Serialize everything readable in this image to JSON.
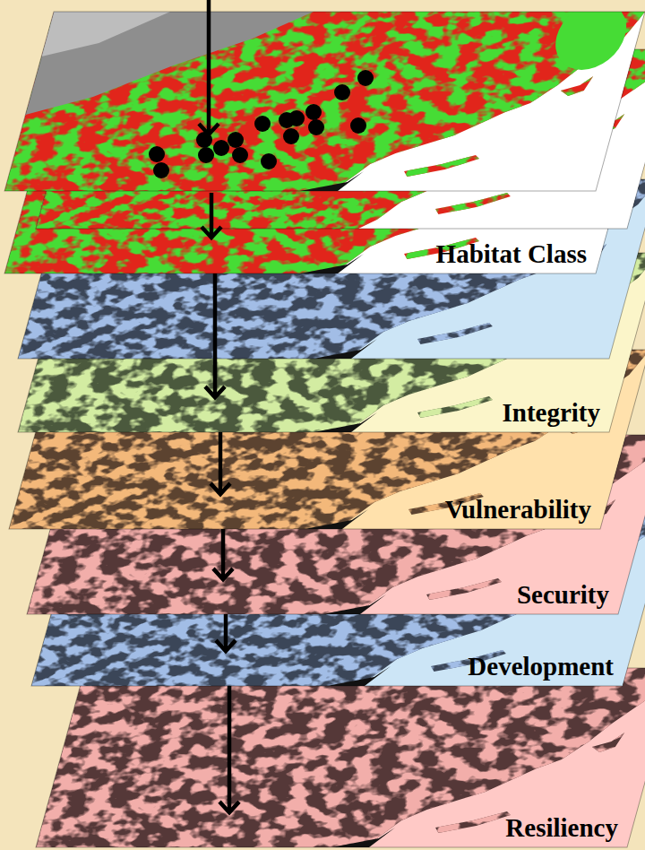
{
  "diagram": {
    "nodes": [
      {
        "text": [
          "Habitat Class"
        ]
      },
      {
        "text": [
          "Integrity"
        ]
      },
      {
        "text": [
          "Vulnerability"
        ]
      },
      {
        "text": [
          "Security"
        ]
      },
      {
        "text": [
          "Development"
        ]
      },
      {
        "text": [
          "Resiliency"
        ]
      }
    ],
    "edges": [
      {
        "from": 0,
        "to": 1,
        "arrow": "to"
      },
      {
        "from": 1,
        "to": 2,
        "arrow": "to"
      },
      {
        "from": 2,
        "to": 3,
        "arrow": "to"
      },
      {
        "from": 3,
        "to": 4,
        "arrow": "to"
      },
      {
        "from": 4,
        "to": 5,
        "arrow": "to"
      }
    ]
  }
}
